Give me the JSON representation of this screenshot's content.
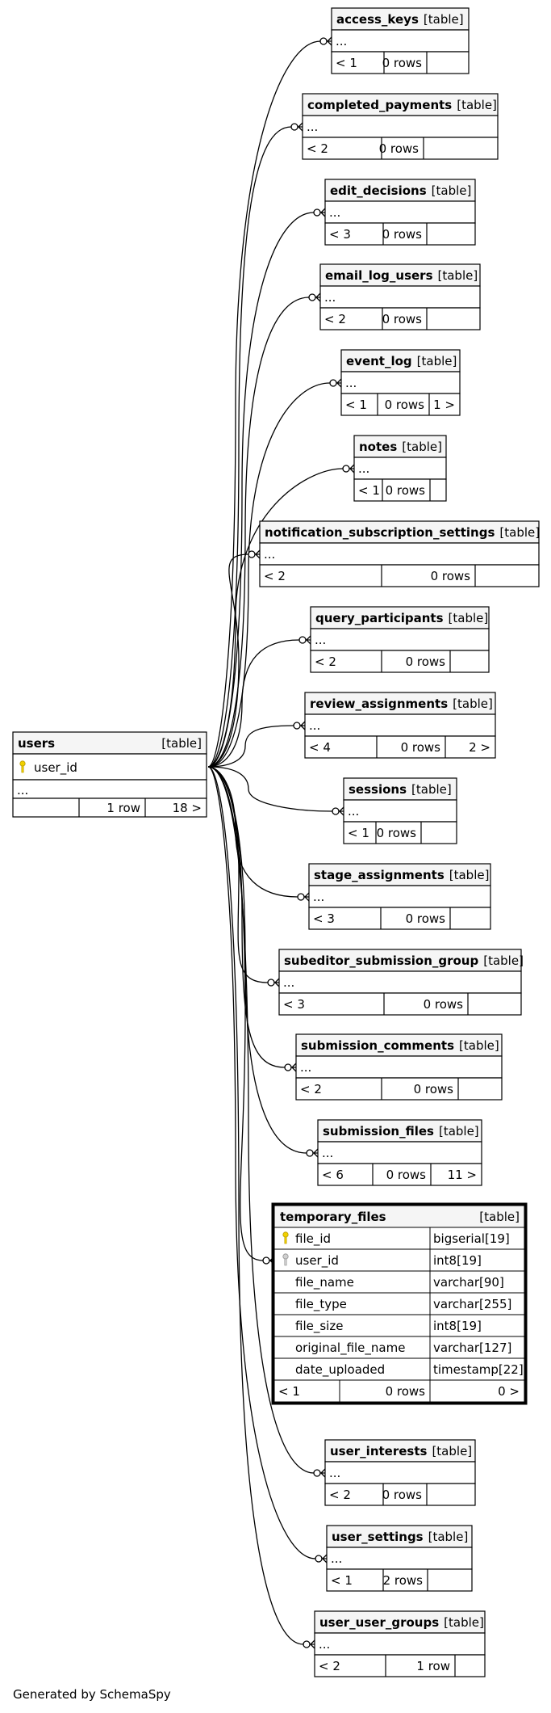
{
  "diagram": {
    "generator_label": "Generated by SchemaSpy",
    "hub": {
      "name": "users",
      "kind": "[table]",
      "pk_column": "user_id",
      "ellipsis": "...",
      "footer": [
        "",
        "1 row",
        "18 >"
      ]
    },
    "focus": {
      "name": "temporary_files",
      "kind": "[table]",
      "columns": [
        {
          "name": "file_id",
          "type": "bigserial[19]",
          "key": "primary"
        },
        {
          "name": "user_id",
          "type": "int8[19]",
          "key": "foreign"
        },
        {
          "name": "file_name",
          "type": "varchar[90]",
          "key": ""
        },
        {
          "name": "file_type",
          "type": "varchar[255]",
          "key": ""
        },
        {
          "name": "file_size",
          "type": "int8[19]",
          "key": ""
        },
        {
          "name": "original_file_name",
          "type": "varchar[127]",
          "key": ""
        },
        {
          "name": "date_uploaded",
          "type": "timestamp[22]",
          "key": ""
        }
      ],
      "footer": [
        "< 1",
        "0 rows",
        "0 >"
      ]
    },
    "tables": [
      {
        "name": "access_keys",
        "kind": "[table]",
        "ellipsis": "...",
        "footer": [
          "< 1",
          "0 rows",
          ""
        ]
      },
      {
        "name": "completed_payments",
        "kind": "[table]",
        "ellipsis": "...",
        "footer": [
          "< 2",
          "0 rows",
          ""
        ]
      },
      {
        "name": "edit_decisions",
        "kind": "[table]",
        "ellipsis": "...",
        "footer": [
          "< 3",
          "0 rows",
          ""
        ]
      },
      {
        "name": "email_log_users",
        "kind": "[table]",
        "ellipsis": "...",
        "footer": [
          "< 2",
          "0 rows",
          ""
        ]
      },
      {
        "name": "event_log",
        "kind": "[table]",
        "ellipsis": "...",
        "footer": [
          "< 1",
          "0 rows",
          "1 >"
        ]
      },
      {
        "name": "notes",
        "kind": "[table]",
        "ellipsis": "...",
        "footer": [
          "< 1",
          "0 rows",
          ""
        ]
      },
      {
        "name": "notification_subscription_settings",
        "kind": "[table]",
        "ellipsis": "...",
        "footer": [
          "< 2",
          "0 rows",
          ""
        ]
      },
      {
        "name": "query_participants",
        "kind": "[table]",
        "ellipsis": "...",
        "footer": [
          "< 2",
          "0 rows",
          ""
        ]
      },
      {
        "name": "review_assignments",
        "kind": "[table]",
        "ellipsis": "...",
        "footer": [
          "< 4",
          "0 rows",
          "2 >"
        ]
      },
      {
        "name": "sessions",
        "kind": "[table]",
        "ellipsis": "...",
        "footer": [
          "< 1",
          "0 rows",
          ""
        ]
      },
      {
        "name": "stage_assignments",
        "kind": "[table]",
        "ellipsis": "...",
        "footer": [
          "< 3",
          "0 rows",
          ""
        ]
      },
      {
        "name": "subeditor_submission_group",
        "kind": "[table]",
        "ellipsis": "...",
        "footer": [
          "< 3",
          "0 rows",
          ""
        ]
      },
      {
        "name": "submission_comments",
        "kind": "[table]",
        "ellipsis": "...",
        "footer": [
          "< 2",
          "0 rows",
          ""
        ]
      },
      {
        "name": "submission_files",
        "kind": "[table]",
        "ellipsis": "...",
        "footer": [
          "< 6",
          "0 rows",
          "11 >"
        ]
      },
      {
        "name": "user_interests",
        "kind": "[table]",
        "ellipsis": "...",
        "footer": [
          "< 2",
          "0 rows",
          ""
        ]
      },
      {
        "name": "user_settings",
        "kind": "[table]",
        "ellipsis": "...",
        "footer": [
          "< 1",
          "2 rows",
          ""
        ]
      },
      {
        "name": "user_user_groups",
        "kind": "[table]",
        "ellipsis": "...",
        "footer": [
          "< 2",
          "1 row",
          ""
        ]
      }
    ]
  }
}
